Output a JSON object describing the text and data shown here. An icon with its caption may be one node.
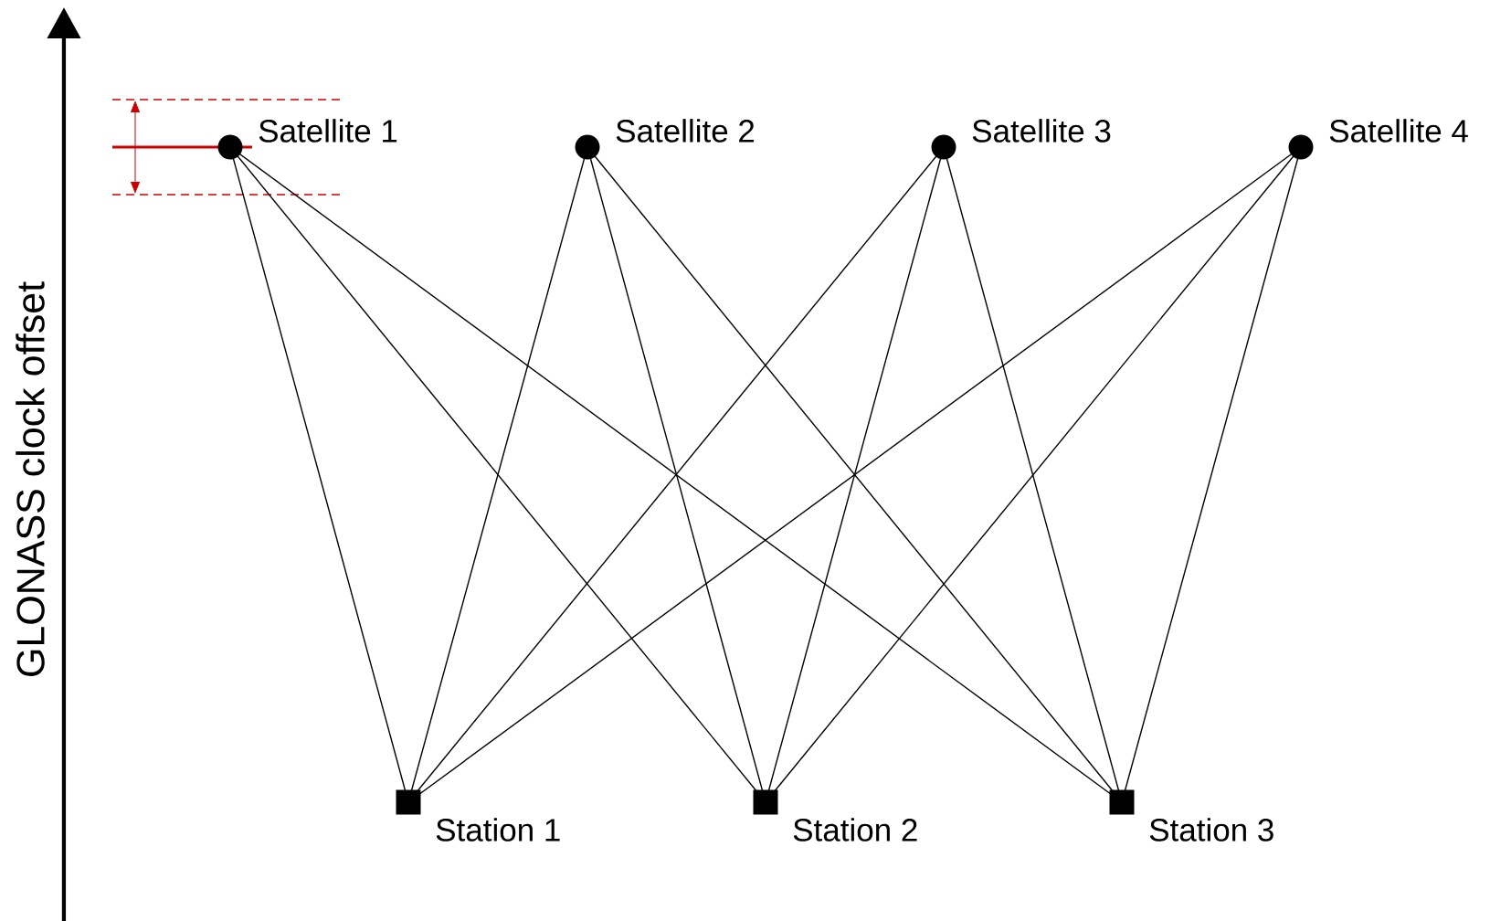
{
  "diagram": {
    "nodes": [
      {
        "text": [
          "Satellite 1"
        ]
      },
      {
        "text": [
          "Satellite 2"
        ]
      },
      {
        "text": [
          "Satellite 3"
        ]
      },
      {
        "text": [
          "Satellite 4"
        ]
      },
      {
        "text": [
          "Station 1"
        ]
      },
      {
        "text": [
          "Station 2"
        ]
      },
      {
        "text": [
          "Station 3"
        ]
      }
    ],
    "edges": [
      {
        "from": 0,
        "to": 4,
        "arrow": "none"
      },
      {
        "from": 0,
        "to": 5,
        "arrow": "none"
      },
      {
        "from": 0,
        "to": 6,
        "arrow": "none"
      },
      {
        "from": 1,
        "to": 4,
        "arrow": "none"
      },
      {
        "from": 1,
        "to": 5,
        "arrow": "none"
      },
      {
        "from": 1,
        "to": 6,
        "arrow": "none"
      },
      {
        "from": 2,
        "to": 4,
        "arrow": "none"
      },
      {
        "from": 2,
        "to": 5,
        "arrow": "none"
      },
      {
        "from": 2,
        "to": 6,
        "arrow": "none"
      },
      {
        "from": 3,
        "to": 4,
        "arrow": "none"
      },
      {
        "from": 3,
        "to": 5,
        "arrow": "none"
      },
      {
        "from": 3,
        "to": 6,
        "arrow": "none"
      }
    ],
    "labels": [
      "GLONASS clock offset"
    ]
  }
}
